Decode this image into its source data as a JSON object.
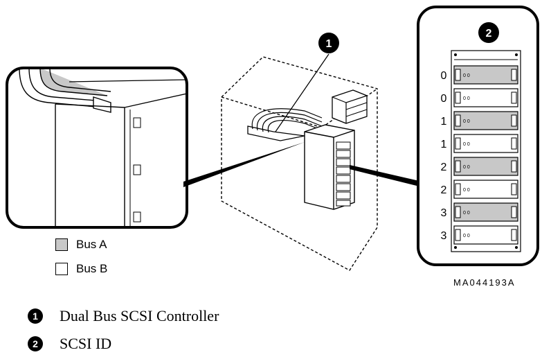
{
  "figure": {
    "callout_1": "1",
    "callout_2": "2",
    "figure_id": "MA044193A",
    "colors": {
      "bus_a": "#c8c8c8",
      "bus_b": "#ffffff",
      "line": "#000000"
    }
  },
  "scsi_panel": {
    "slots": [
      {
        "id": "0",
        "bus": "A",
        "led": "0 0"
      },
      {
        "id": "0",
        "bus": "B",
        "led": "0 0"
      },
      {
        "id": "1",
        "bus": "A",
        "led": "0 0"
      },
      {
        "id": "1",
        "bus": "B",
        "led": "0 0"
      },
      {
        "id": "2",
        "bus": "A",
        "led": "0 0"
      },
      {
        "id": "2",
        "bus": "B",
        "led": "0 0"
      },
      {
        "id": "3",
        "bus": "A",
        "led": "0 0"
      },
      {
        "id": "3",
        "bus": "B",
        "led": "0 0"
      }
    ]
  },
  "legend": {
    "bus_a": "Bus A",
    "bus_b": "Bus B"
  },
  "callouts": [
    {
      "num": "1",
      "text": "Dual Bus SCSI Controller"
    },
    {
      "num": "2",
      "text": "SCSI ID"
    }
  ]
}
